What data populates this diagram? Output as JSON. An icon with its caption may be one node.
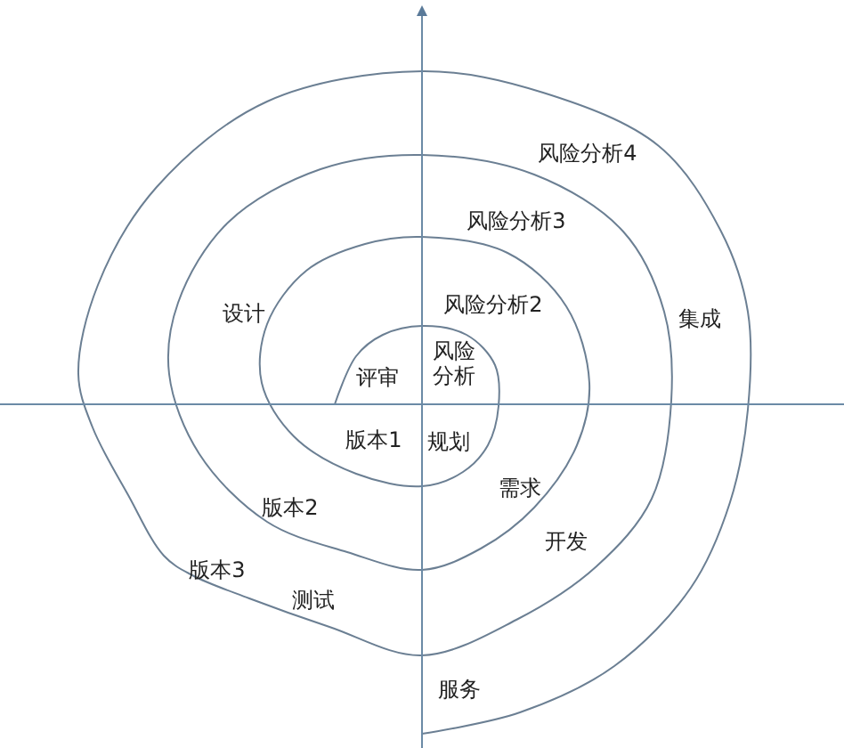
{
  "diagram": {
    "labels": [
      "风险分析4",
      "风险分析3",
      "设计",
      "风险分析2",
      "集成",
      "评审",
      "风险分析",
      "版本1",
      "规划",
      "需求",
      "版本2",
      "开发",
      "版本3",
      "测试",
      "服务"
    ]
  }
}
